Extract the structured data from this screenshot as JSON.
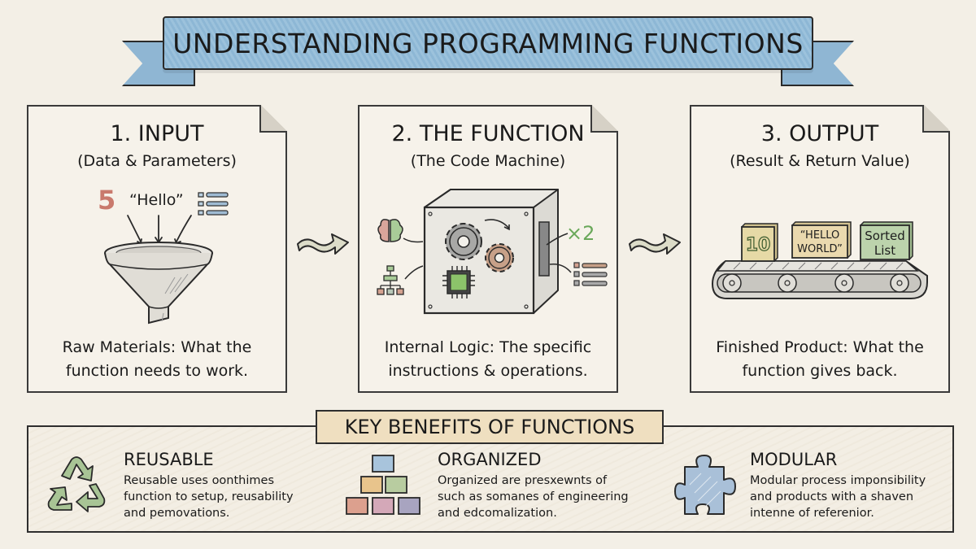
{
  "header": {
    "title": "UNDERSTANDING PROGRAMMING FUNCTIONS",
    "banner_color": "#8fb6d3"
  },
  "panels": [
    {
      "title": "1. INPUT",
      "subtitle": "(Data & Parameters)",
      "illustration": {
        "icon": "funnel-icon",
        "inputs": [
          {
            "type": "number",
            "value": "5",
            "color": "#c97a6d"
          },
          {
            "type": "string",
            "value": "“Hello”"
          },
          {
            "type": "list",
            "icon": "list-icon",
            "color": "#7fa3bf"
          }
        ]
      },
      "description_line1": "Raw Materials: What the",
      "description_line2": "function needs to work."
    },
    {
      "title": "2. THE FUNCTION",
      "subtitle": "(The Code Machine)",
      "illustration": {
        "icon": "machine-box-icon",
        "parts": [
          "brain-icon",
          "gear-icon",
          "gear-icon",
          "chip-icon",
          "flowchart-icon",
          "list-icon"
        ],
        "multiplier": "×2",
        "multiplier_color": "#6aa85a"
      },
      "description_line1": "Internal Logic: The specific",
      "description_line2": "instructions & operations."
    },
    {
      "title": "3. OUTPUT",
      "subtitle": "(Result & Return Value)",
      "illustration": {
        "icon": "conveyor-belt-icon",
        "boxes": [
          {
            "label_line1": "10",
            "label_line2": "",
            "color": "#e6d9a6"
          },
          {
            "label_line1": "“HELLO",
            "label_line2": "WORLD”",
            "color": "#ead9ae"
          },
          {
            "label_line1": "Sorted",
            "label_line2": "List",
            "color": "#bcd3ac"
          }
        ]
      },
      "description_line1": "Finished Product: What the",
      "description_line2": "function gives back."
    }
  ],
  "flow_arrows": [
    {
      "icon": "wavy-arrow-right-icon"
    },
    {
      "icon": "wavy-arrow-right-icon"
    }
  ],
  "benefits": {
    "heading": "KEY BENEFITS OF FUNCTIONS",
    "heading_bg": "#efdfc0",
    "items": [
      {
        "icon": "recycle-icon",
        "title": "REUSABLE",
        "line1": "Reusable uses oonthimes",
        "line2": "function to setup, reusability",
        "line3": "and pemovations."
      },
      {
        "icon": "stacked-blocks-icon",
        "title": "ORGANIZED",
        "line1": "Organized are presxewnts of",
        "line2": "such as somanes of engineering",
        "line3": "and edcomalization."
      },
      {
        "icon": "puzzle-piece-icon",
        "title": "MODULAR",
        "line1": "Modular process imponsibility",
        "line2": "and products with a shaven",
        "line3": "intenne of referenior."
      }
    ]
  }
}
